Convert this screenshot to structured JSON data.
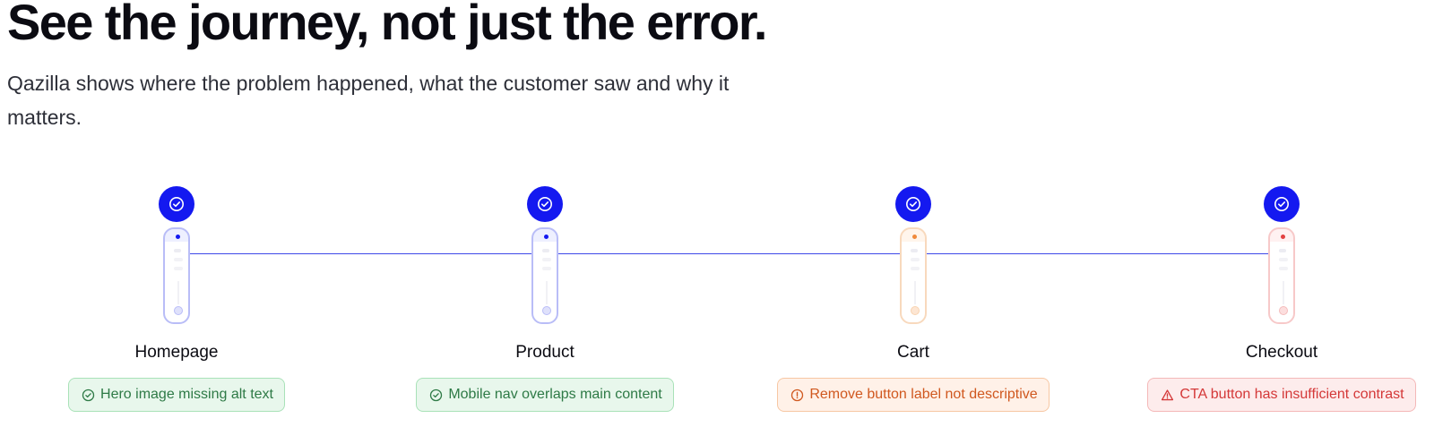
{
  "hero": {
    "headline": "See the journey, not just the error.",
    "description": "Qazilla shows where the problem happened, what the customer saw and why it matters."
  },
  "colors": {
    "accent": "#1419f0",
    "track": "#3d48e8",
    "ok_bg": "#e8f7ec",
    "ok_border": "#a9e2b8",
    "ok_text": "#2e7a46",
    "warn_bg": "#fff1e8",
    "warn_border": "#f7c7a3",
    "warn_text": "#d0581f",
    "error_bg": "#fdecec",
    "error_border": "#f4b8b8",
    "error_text": "#d43838"
  },
  "journey": {
    "steps": [
      {
        "label": "Homepage",
        "status": "ok",
        "step_icon": "check-circle-icon",
        "issue": "Hero image missing alt text",
        "issue_icon": "check-circle-icon"
      },
      {
        "label": "Product",
        "status": "ok",
        "step_icon": "check-circle-icon",
        "issue": "Mobile nav overlaps main content",
        "issue_icon": "check-circle-icon"
      },
      {
        "label": "Cart",
        "status": "warning",
        "step_icon": "check-circle-icon",
        "issue": "Remove button label not descriptive",
        "issue_icon": "info-circle-icon"
      },
      {
        "label": "Checkout",
        "status": "error",
        "step_icon": "check-circle-icon",
        "issue": "CTA button has insufficient contrast",
        "issue_icon": "warning-triangle-icon"
      }
    ]
  }
}
